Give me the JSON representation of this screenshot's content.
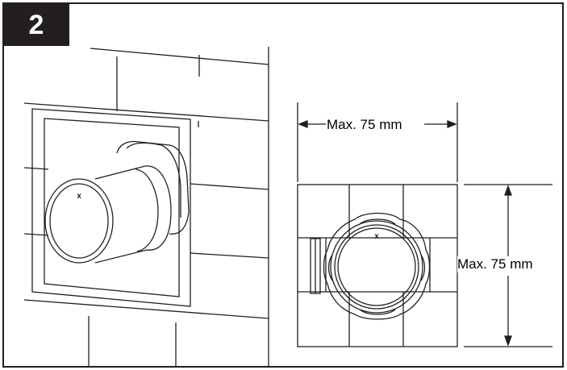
{
  "step": {
    "number": "2"
  },
  "dimensions": {
    "width_label": "Max. 75 mm",
    "height_label": "Max. 75 mm"
  },
  "marks": {
    "center_mark_left": "x",
    "center_mark_right": "x"
  },
  "colors": {
    "line": "#231f20",
    "badge_bg": "#231f20",
    "background": "#ffffff"
  }
}
